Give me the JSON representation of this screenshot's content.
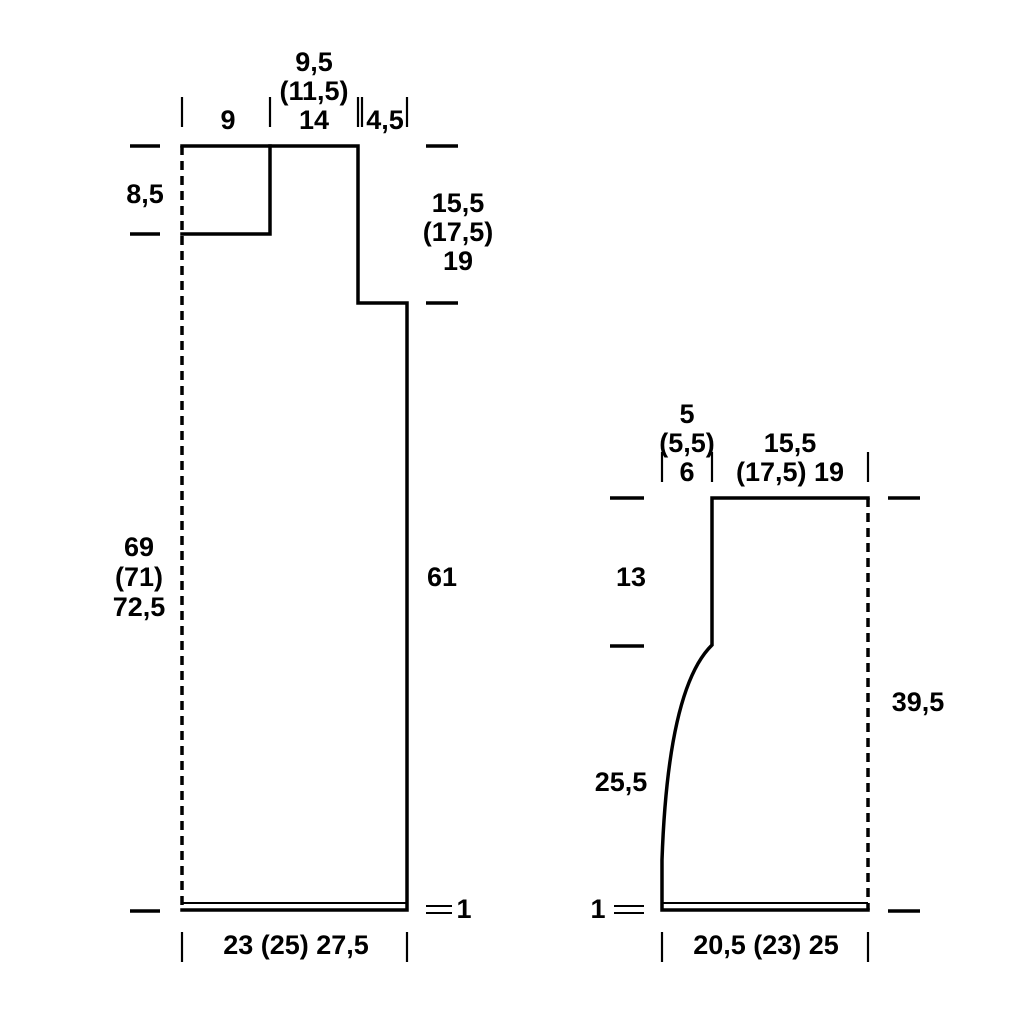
{
  "front_piece": {
    "top_left": "9",
    "top_mid_line1": "9,5",
    "top_mid_line2": "(11,5)",
    "top_mid_line3": "14",
    "top_right": "4,5",
    "left_top": "8,5",
    "right_top_line1": "15,5",
    "right_top_line2": "(17,5)",
    "right_top_line3": "19",
    "left_long_line1": "69",
    "left_long_line2": "(71)",
    "left_long_line3": "72,5",
    "right_long": "61",
    "hem": "1",
    "bottom_width": "23 (25) 27,5"
  },
  "sleeve_piece": {
    "top_left_line1": "5",
    "top_left_line2": "(5,5)",
    "top_left_line3": "6",
    "top_right_line1": "15,5",
    "top_right_line2": "(17,5) 19",
    "left_upper": "13",
    "left_lower": "25,5",
    "right_height": "39,5",
    "hem": "1",
    "bottom_width": "20,5 (23) 25"
  }
}
